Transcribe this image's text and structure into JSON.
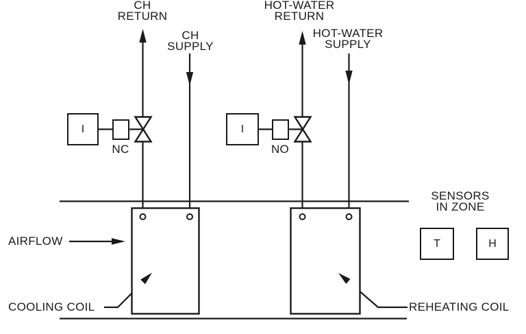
{
  "diagram": {
    "background_color": "#ffffff",
    "line_color": "#1a1a1a",
    "chilled_water": {
      "return_label_line1": "CH",
      "return_label_line2": "RETURN",
      "supply_label_line1": "CH",
      "supply_label_line2": "SUPPLY",
      "controller_label": "I",
      "valve_state_label": "NC"
    },
    "hot_water": {
      "return_label_line1": "HOT-WATER",
      "return_label_line2": "RETURN",
      "supply_label_line1": "HOT-WATER",
      "supply_label_line2": "SUPPLY",
      "controller_label": "I",
      "valve_state_label": "NO"
    },
    "airflow_label": "AIRFLOW",
    "cooling_coil_label": "COOLING COIL",
    "reheating_coil_label": "REHEATING COIL",
    "sensors": {
      "heading_line1": "SENSORS",
      "heading_line2": "IN ZONE",
      "temperature_label": "T",
      "humidity_label": "H"
    }
  }
}
